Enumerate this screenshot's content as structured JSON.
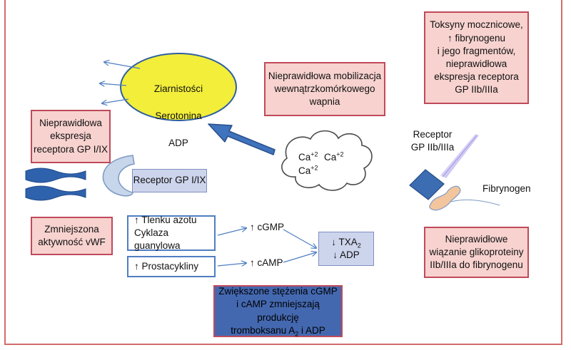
{
  "granules": [
    "Ziarnistości",
    "Serotonina",
    "ADP"
  ],
  "mobilization": "Nieprawidłowa mobilizacja\nwewnątrzkomórkowego\nwapnia",
  "toxins": "Toksyny mocznicowe,\n↑ fibrynogenu\ni jego fragmentów,\nnieprawidłowa\nekspresja receptora\nGP IIb/IIIa",
  "gp19_expr": "Nieprawidłowa\nekspresja\nreceptora GP I/IX",
  "receptor_gp19": "Receptor GP I/IX",
  "receptor_gp2b3a": "Receptor\nGP IIb/IIIa",
  "fibrinogen": "Fibrynogen",
  "calcium": {
    "base": "Ca",
    "charge": "+2"
  },
  "vwf": "Zmniejszona\naktywność vWF",
  "no_line1": "↑ Tlenku azotu",
  "no_line2": "Cyklaza guanylowa",
  "prostacyclin": "↑ Prostacykliny",
  "cgmp": "↑ cGMP",
  "camp": "↑ cAMP",
  "txa": {
    "base": "↓ TXA",
    "sub": "2",
    "adp": "↓ ADP"
  },
  "binding": "Nieprawidłowe\nwiązanie glikoproteiny\nIIb/IIIa do fibrynogenu",
  "summary": {
    "line1": "Zwiększone stężenia cGMP",
    "line2": "i cAMP zmniejszają produkcję",
    "line3a": "tromboksanu A",
    "sub": "2",
    "line3b": " i ADP"
  },
  "colors": {
    "frame": "#d46b6b",
    "red_border": "#c04a5a",
    "red_fill": "#f7d2cf",
    "blue_border": "#4f7ec2",
    "ellipse_fill": "#f2ee3a",
    "arrow": "#4f7ec2",
    "summary_fill": "#4468b0"
  }
}
